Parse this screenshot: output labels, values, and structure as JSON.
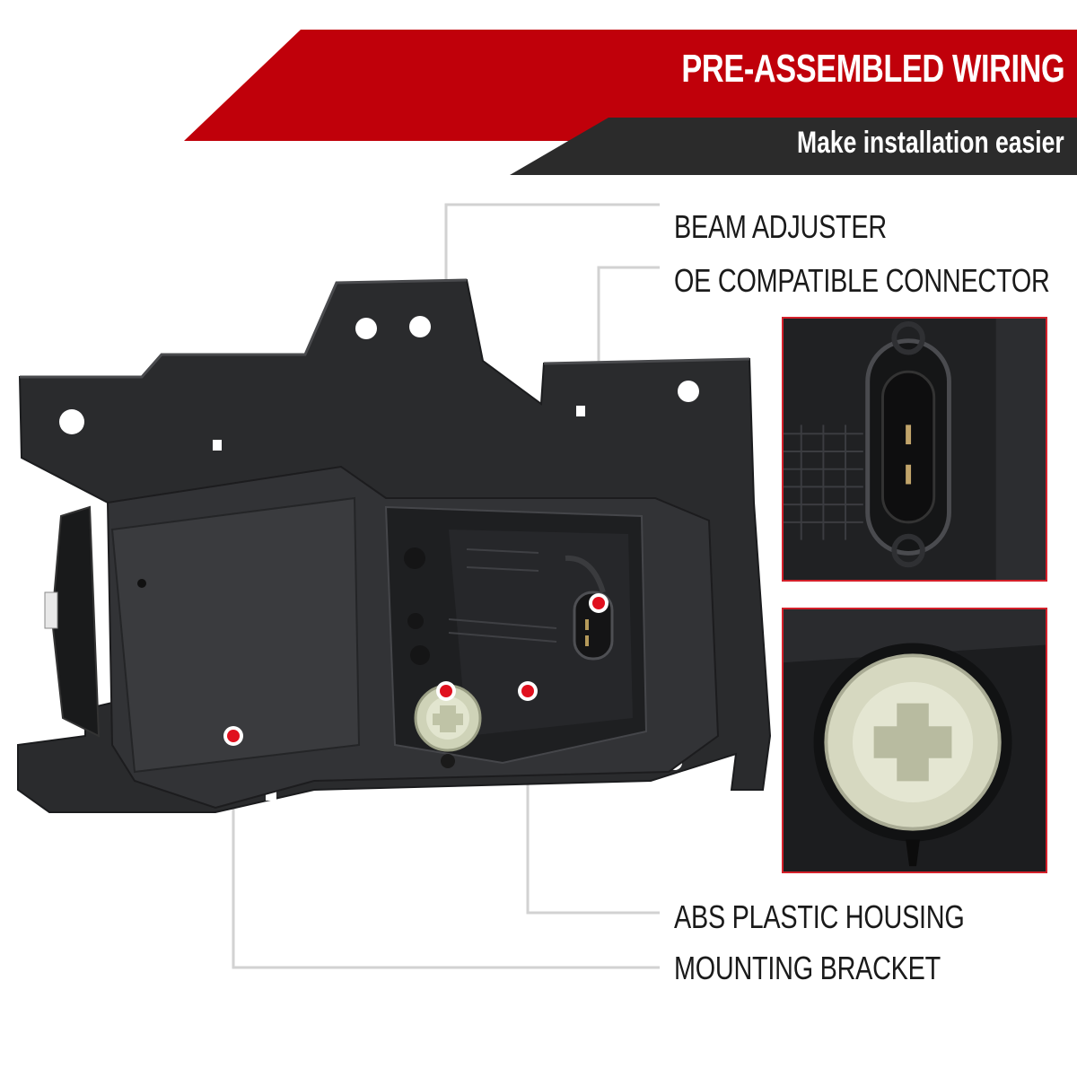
{
  "header": {
    "title": "PRE-ASSEMBLED WIRING",
    "subtitle": "Make installation easier"
  },
  "callouts": {
    "beam_adjuster": "BEAM ADJUSTER",
    "oe_connector": "OE COMPATIBLE CONNECTOR",
    "abs_housing": "ABS PLASTIC HOUSING",
    "mounting_bracket": "MOUNTING BRACKET"
  },
  "colors": {
    "accent_red": "#c0000a",
    "dark_banner": "#2b2b2b",
    "marker_red": "#e0101e",
    "inset_border": "#d4202a"
  }
}
